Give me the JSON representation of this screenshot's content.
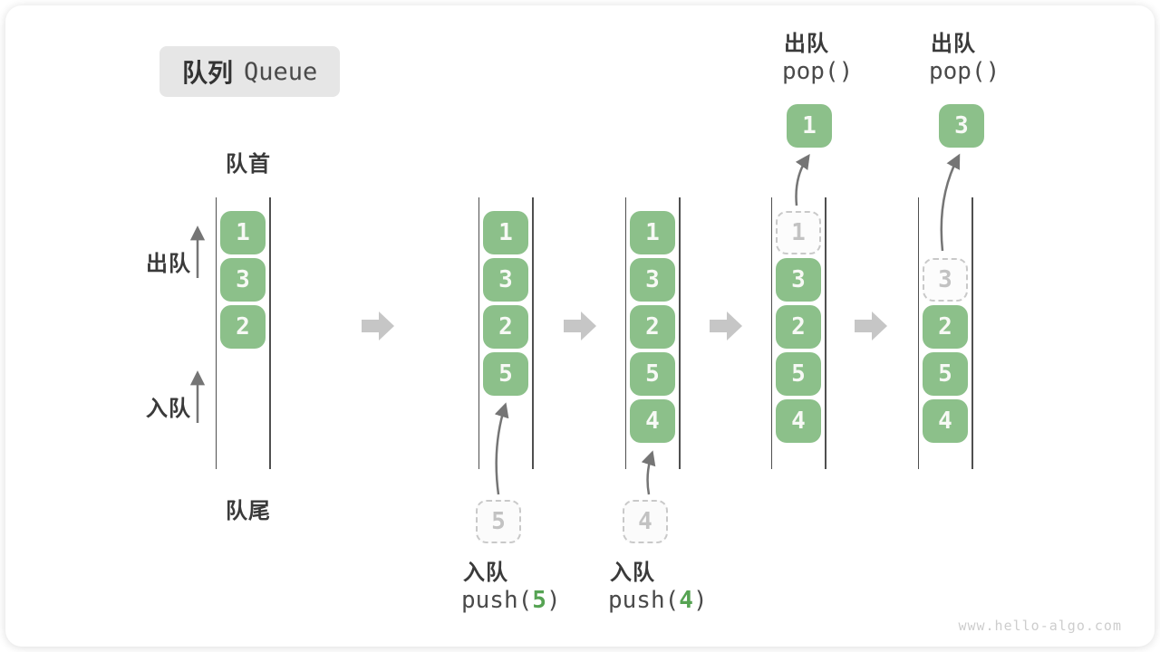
{
  "title": {
    "cn": "队列",
    "en": "Queue"
  },
  "labels": {
    "front": "队首",
    "rear": "队尾",
    "dequeue": "出队",
    "enqueue": "入队"
  },
  "colors": {
    "cell_green": "#8cc08a",
    "code_accent_green": "#56a353",
    "ghost_gray": "#c9c9c9",
    "arrow_gray": "#757575",
    "transition_arrow_gray": "#c6c6c6"
  },
  "queue_states": [
    {
      "name": "state-1",
      "cells": [
        {
          "value": "1",
          "type": "filled"
        },
        {
          "value": "3",
          "type": "filled"
        },
        {
          "value": "2",
          "type": "filled"
        }
      ]
    },
    {
      "name": "state-2",
      "cells": [
        {
          "value": "1",
          "type": "filled"
        },
        {
          "value": "3",
          "type": "filled"
        },
        {
          "value": "2",
          "type": "filled"
        },
        {
          "value": "5",
          "type": "filled"
        }
      ],
      "staged_value": "5",
      "operation": {
        "label": "入队",
        "position": "below",
        "code_parts": [
          {
            "text": "push(",
            "accent": false
          },
          {
            "text": "5",
            "accent": true
          },
          {
            "text": ")",
            "accent": false
          }
        ]
      }
    },
    {
      "name": "state-3",
      "cells": [
        {
          "value": "1",
          "type": "filled"
        },
        {
          "value": "3",
          "type": "filled"
        },
        {
          "value": "2",
          "type": "filled"
        },
        {
          "value": "5",
          "type": "filled"
        },
        {
          "value": "4",
          "type": "filled"
        }
      ],
      "staged_value": "4",
      "operation": {
        "label": "入队",
        "position": "below",
        "code_parts": [
          {
            "text": "push(",
            "accent": false
          },
          {
            "text": "4",
            "accent": true
          },
          {
            "text": ")",
            "accent": false
          }
        ]
      }
    },
    {
      "name": "state-4",
      "cells": [
        {
          "value": "1",
          "type": "ghost"
        },
        {
          "value": "3",
          "type": "filled"
        },
        {
          "value": "2",
          "type": "filled"
        },
        {
          "value": "5",
          "type": "filled"
        },
        {
          "value": "4",
          "type": "filled"
        }
      ],
      "popped_value": "1",
      "operation": {
        "label": "出队",
        "position": "above",
        "code_parts": [
          {
            "text": "pop()",
            "accent": false
          }
        ]
      }
    },
    {
      "name": "state-5",
      "cells": [
        {
          "type": "empty"
        },
        {
          "value": "3",
          "type": "ghost"
        },
        {
          "value": "2",
          "type": "filled"
        },
        {
          "value": "5",
          "type": "filled"
        },
        {
          "value": "4",
          "type": "filled"
        }
      ],
      "popped_value": "3",
      "operation": {
        "label": "出队",
        "position": "above",
        "code_parts": [
          {
            "text": "pop()",
            "accent": false
          }
        ]
      }
    }
  ],
  "watermark": "www.hello-algo.com"
}
